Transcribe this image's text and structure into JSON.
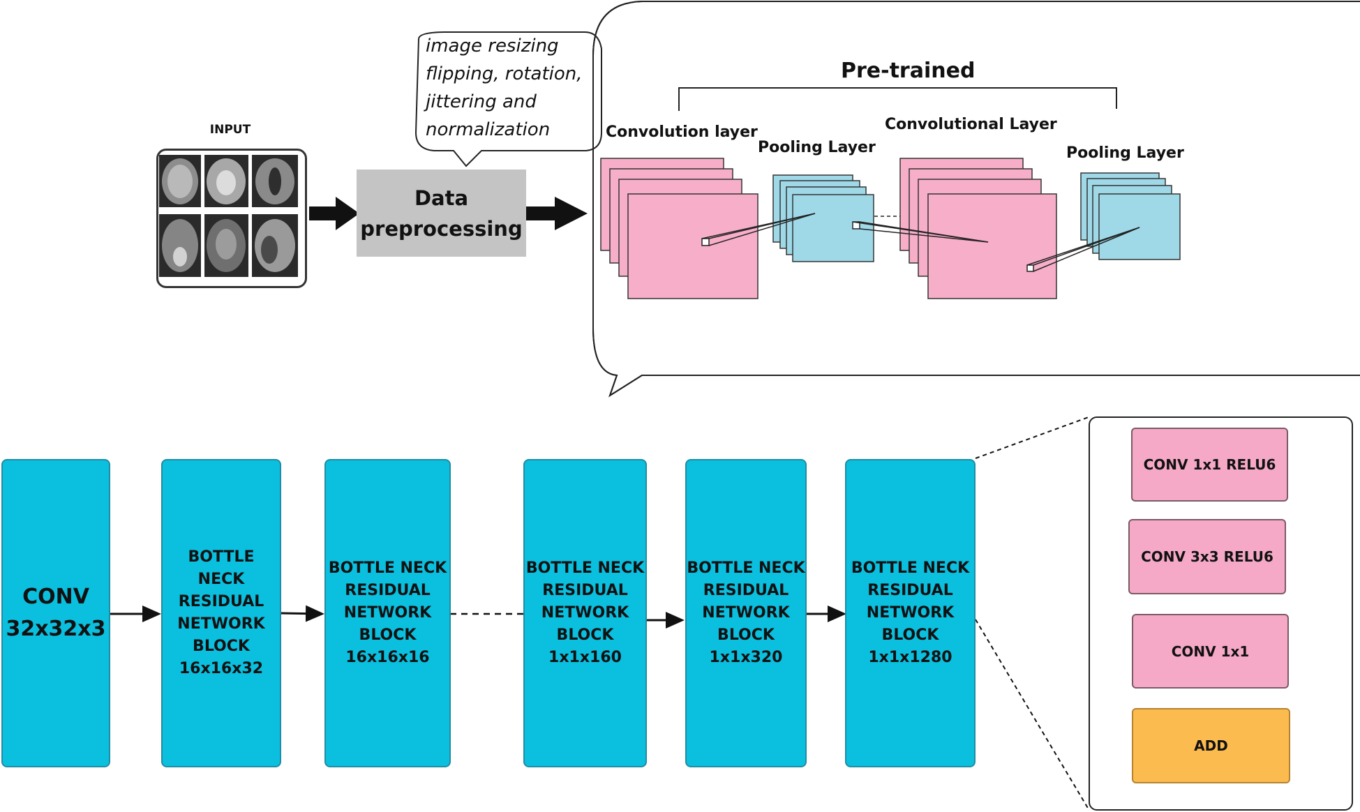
{
  "input": {
    "label": "INPUT"
  },
  "preprocessing": {
    "line1": "Data",
    "line2": "preprocessing"
  },
  "augmentation": {
    "lines": [
      "image resizing",
      "flipping, rotation,",
      "jittering and",
      "normalization"
    ]
  },
  "pretrained": {
    "title": "Pre-trained",
    "layers": [
      "Convolution layer",
      "Pooling Layer",
      "Convolutional Layer",
      "Pooling Layer"
    ]
  },
  "network": {
    "blocks": [
      {
        "lines": [
          "CONV",
          "32x32x3"
        ]
      },
      {
        "lines": [
          "BOTTLE NECK",
          "RESIDUAL",
          "NETWORK",
          "BLOCK",
          "16x16x32"
        ]
      },
      {
        "lines": [
          "BOTTLE NECK",
          "RESIDUAL",
          "NETWORK",
          "BLOCK",
          "16x16x16"
        ]
      },
      {
        "lines": [
          "BOTTLE NECK",
          "RESIDUAL",
          "NETWORK",
          "BLOCK",
          "1x1x160"
        ]
      },
      {
        "lines": [
          "BOTTLE NECK",
          "RESIDUAL",
          "NETWORK",
          "BLOCK",
          "1x1x320"
        ]
      },
      {
        "lines": [
          "BOTTLE NECK",
          "RESIDUAL",
          "NETWORK",
          "BLOCK",
          "1x1x1280"
        ]
      }
    ]
  },
  "block_detail": {
    "steps": [
      "CONV 1x1 RELU6",
      "CONV 3x3 RELU6",
      "CONV 1x1",
      "ADD"
    ]
  },
  "colors": {
    "block": "#0bbfdf",
    "conv_layer": "#f7aec8",
    "pool_layer": "#9fd9e8",
    "detail_conv": "#f5a9c7",
    "detail_add": "#fcbb4f",
    "preprocessing": "#c4c4c4"
  }
}
